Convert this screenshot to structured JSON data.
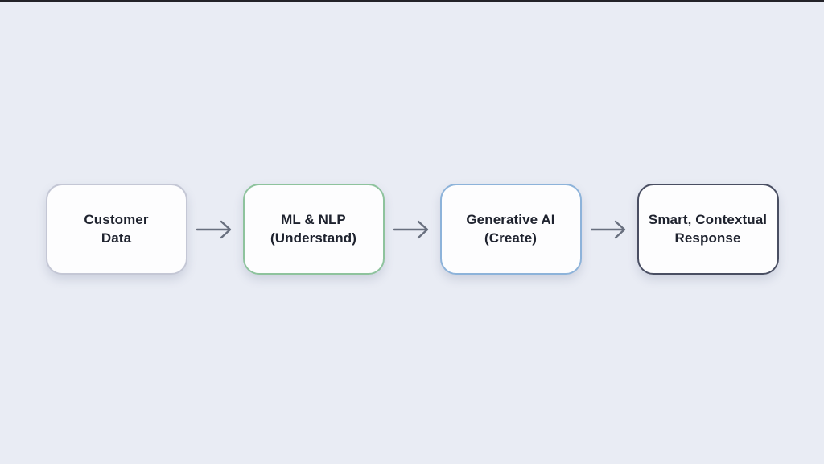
{
  "page": {
    "background_color": "#e9ecf4",
    "top_strip_color": "#232328"
  },
  "flow": {
    "arrow_color": "#686f7e",
    "arrow_icon": "right-arrow",
    "nodes": [
      {
        "id": "customer-data",
        "lines": [
          "Customer",
          "Data"
        ],
        "border_color": "#c4c7d5",
        "fill_color": "#fdfdfe",
        "text_color": "#1e222e"
      },
      {
        "id": "ml-nlp-understand",
        "lines": [
          "ML & NLP",
          "(Understand)"
        ],
        "border_color": "#8ec39d",
        "fill_color": "#fdfdfe",
        "text_color": "#1e222e"
      },
      {
        "id": "generative-ai-create",
        "lines": [
          "Generative AI",
          "(Create)"
        ],
        "border_color": "#8db3da",
        "fill_color": "#fdfdfe",
        "text_color": "#1e222e"
      },
      {
        "id": "smart-contextual-response",
        "lines": [
          "Smart, Contextual",
          "Response"
        ],
        "border_color": "#494e62",
        "fill_color": "#fdfdfe",
        "text_color": "#1e222e"
      }
    ]
  }
}
